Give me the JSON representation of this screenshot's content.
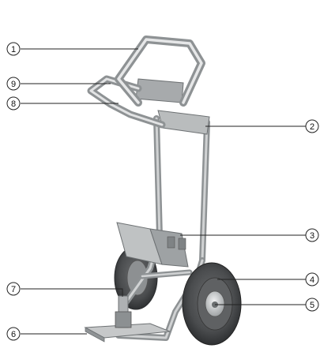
{
  "callouts": [
    {
      "number": "1"
    },
    {
      "number": "2"
    },
    {
      "number": "3"
    },
    {
      "number": "4"
    },
    {
      "number": "5"
    },
    {
      "number": "6"
    },
    {
      "number": "7"
    },
    {
      "number": "8"
    },
    {
      "number": "9"
    }
  ],
  "colors": {
    "frame": "#a9acae",
    "frame_light": "#d4d6d7",
    "frame_dark": "#6f7375",
    "tire": "#4a4c4e",
    "hub": "#c9cbcc",
    "leader": "#222222"
  }
}
